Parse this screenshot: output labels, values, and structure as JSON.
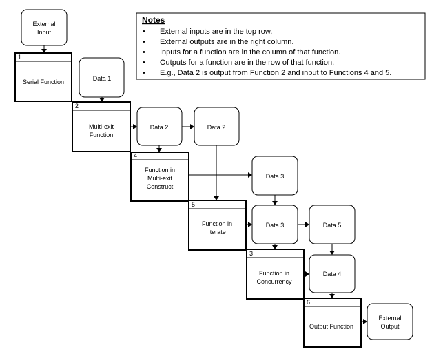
{
  "notes": {
    "heading": "Notes",
    "bullets": [
      "External inputs are in the top row.",
      "External outputs are in the right column.",
      "Inputs for a function are in the column of that function.",
      "Outputs for a function are in the row of that function.",
      "E.g., Data 2 is output from Function 2 and input to Functions 4 and 5."
    ]
  },
  "external_input": {
    "lines": [
      "External",
      "Input"
    ]
  },
  "external_output": {
    "lines": [
      "External",
      "Output"
    ]
  },
  "functions": [
    {
      "id": "fn1",
      "number": "1",
      "lines": [
        "Serial Function"
      ]
    },
    {
      "id": "fn2",
      "number": "2",
      "lines": [
        "Multi-exit",
        "Function"
      ]
    },
    {
      "id": "fn4",
      "number": "4",
      "lines": [
        "Function in",
        "Multi-exit",
        "Construct"
      ]
    },
    {
      "id": "fn5",
      "number": "5",
      "lines": [
        "Function in",
        "Iterate"
      ]
    },
    {
      "id": "fn3",
      "number": "3",
      "lines": [
        "Function in",
        "Concurrency"
      ]
    },
    {
      "id": "fn6",
      "number": "6",
      "lines": [
        "Output Function"
      ]
    }
  ],
  "data_items": [
    {
      "id": "d1",
      "label": "Data 1"
    },
    {
      "id": "d2a",
      "label": "Data 2"
    },
    {
      "id": "d2b",
      "label": "Data 2"
    },
    {
      "id": "d3a",
      "label": "Data 3"
    },
    {
      "id": "d3b",
      "label": "Data 3"
    },
    {
      "id": "d5",
      "label": "Data 5"
    },
    {
      "id": "d4",
      "label": "Data 4"
    }
  ]
}
